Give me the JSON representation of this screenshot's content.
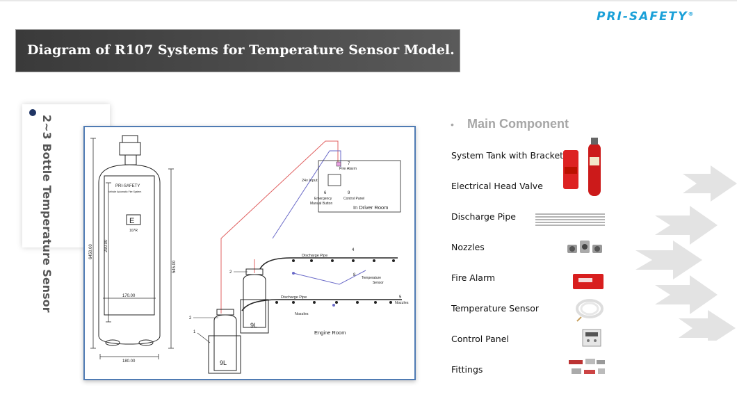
{
  "brand": {
    "logo_text": "PRI-SAFETY",
    "logo_mark": "®",
    "logo_color": "#1aa0d8"
  },
  "title": "Diagram of  R107 Systems for Temperature Sensor Model.",
  "side_tab": {
    "line1": "2~3 Bottle",
    "line2": "Temperature Sensor"
  },
  "diagram": {
    "tank_label": "PRI-SAFETY",
    "tank_sublabel": "Vehicle Automatic Fire System",
    "tank_model": "107R",
    "tank_letter": "E",
    "dim_height_total": "6450.00",
    "dim_height_body": "290.00",
    "dim_height_right": "545.00",
    "dim_inner_width": "170.00",
    "dim_width": "180.00",
    "fire_alarm": "Fire Alarm",
    "input_label": "24v Input",
    "emergency_label": "Emergency",
    "manual_button": "Manual Button",
    "control_panel": "Control Panel",
    "driver_room": "In Driver Room",
    "discharge_pipe_1": "Discharge Pipe",
    "discharge_pipe_2": "Discharge Pipe",
    "temperature_sensor": "Temperature",
    "temperature_sensor_2": "Sensor",
    "nozzles_1": "Nozzles",
    "nozzles_2": "Nozzles",
    "engine_room": "Engine Room",
    "bottle_volume_1": "9L",
    "bottle_volume_2": "9L",
    "callouts": [
      "1",
      "2",
      "2",
      "4",
      "5",
      "6",
      "7",
      "8",
      "9"
    ]
  },
  "components": {
    "heading": "Main Component",
    "items": [
      {
        "label": "System Tank with Bracket",
        "icon": "tank-bracket-icon"
      },
      {
        "label": "Electrical Head Valve",
        "icon": "head-valve-icon"
      },
      {
        "label": "Discharge Pipe",
        "icon": "pipe-icon"
      },
      {
        "label": "Nozzles",
        "icon": "nozzle-icon"
      },
      {
        "label": "Fire Alarm",
        "icon": "fire-alarm-icon"
      },
      {
        "label": "Temperature Sensor",
        "icon": "sensor-cable-icon"
      },
      {
        "label": "Control Panel",
        "icon": "control-panel-icon"
      },
      {
        "label": "Fittings",
        "icon": "fittings-icon"
      }
    ]
  },
  "colors": {
    "title_bg": "#3a3a3a",
    "diagram_border": "#4f7bb3",
    "red_line": "#e06060",
    "blue_line": "#6a6ac8",
    "accent_dot": "#1f3564"
  }
}
